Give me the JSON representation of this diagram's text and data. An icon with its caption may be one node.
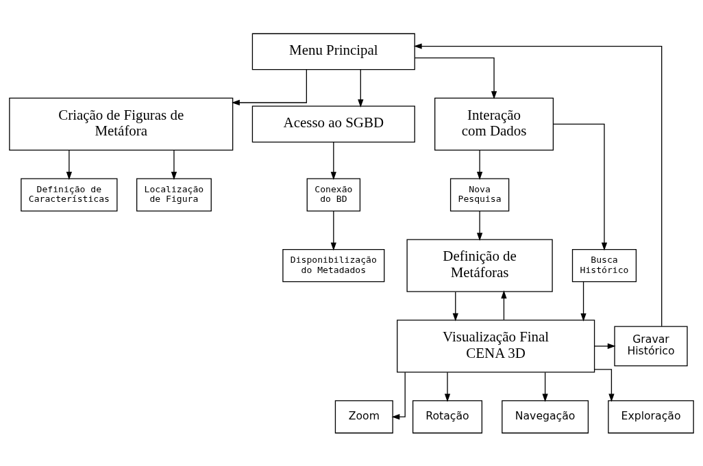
{
  "diagram": {
    "nodes": [
      {
        "text": [
          "Menu Principal"
        ]
      },
      {
        "text": [
          "Criação de Figuras de Metáfora"
        ]
      },
      {
        "text": [
          "Acesso ao SGBD"
        ]
      },
      {
        "text": [
          "Interação com Dados"
        ]
      },
      {
        "text": [
          "Definição de Características"
        ]
      },
      {
        "text": [
          "Localização de Figura"
        ]
      },
      {
        "text": [
          "Conexão do BD"
        ]
      },
      {
        "text": [
          "Disponibilização do Metadados"
        ]
      },
      {
        "text": [
          "Nova Pesquisa"
        ]
      },
      {
        "text": [
          "Busca Histórico"
        ]
      },
      {
        "text": [
          "Definição de Metáforas"
        ]
      },
      {
        "text": [
          "Visualização Final CENA 3D"
        ]
      },
      {
        "text": [
          "Gravar Histórico"
        ]
      },
      {
        "text": [
          "Zoom"
        ]
      },
      {
        "text": [
          "Rotação"
        ]
      },
      {
        "text": [
          "Navegação"
        ]
      },
      {
        "text": [
          "Exploração"
        ]
      }
    ],
    "edges": [
      {
        "from": 0,
        "to": 1,
        "arrow": "to"
      },
      {
        "from": 0,
        "to": 2,
        "arrow": "to"
      },
      {
        "from": 0,
        "to": 3,
        "arrow": "to"
      },
      {
        "from": 1,
        "to": 4,
        "arrow": "to"
      },
      {
        "from": 1,
        "to": 5,
        "arrow": "to"
      },
      {
        "from": 2,
        "to": 6,
        "arrow": "to"
      },
      {
        "from": 6,
        "to": 7,
        "arrow": "to"
      },
      {
        "from": 3,
        "to": 8,
        "arrow": "to"
      },
      {
        "from": 3,
        "to": 9,
        "arrow": "to"
      },
      {
        "from": 8,
        "to": 10,
        "arrow": "to"
      },
      {
        "from": 10,
        "to": 11,
        "arrow": "to"
      },
      {
        "from": 11,
        "to": 10,
        "arrow": "to"
      },
      {
        "from": 9,
        "to": 11,
        "arrow": "to"
      },
      {
        "from": 11,
        "to": 12,
        "arrow": "to"
      },
      {
        "from": 12,
        "to": 0,
        "arrow": "to"
      },
      {
        "from": 11,
        "to": 13,
        "arrow": "to"
      },
      {
        "from": 11,
        "to": 14,
        "arrow": "to"
      },
      {
        "from": 11,
        "to": 15,
        "arrow": "to"
      },
      {
        "from": 11,
        "to": 16,
        "arrow": "to"
      }
    ]
  }
}
